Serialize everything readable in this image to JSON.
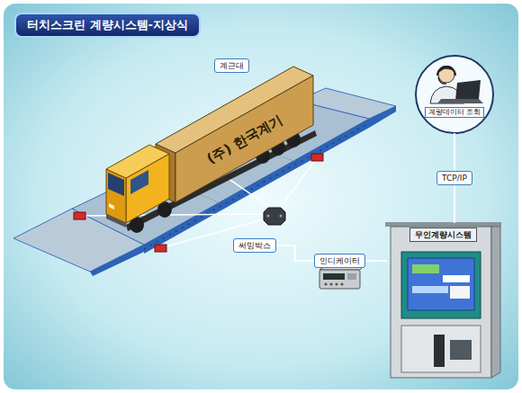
{
  "diagram": {
    "title": "터치스크린 계량시스템-지상식",
    "nodes": [
      {
        "text": [
          "계근대"
        ]
      },
      {
        "text": [
          "써밍박스"
        ]
      },
      {
        "text": [
          "인디케이터"
        ]
      },
      {
        "text": [
          "무인계량시스템"
        ]
      },
      {
        "text": [
          "계량데이터 조회"
        ]
      }
    ],
    "edges": [
      {
        "from": 1,
        "to": 2,
        "arrow": "none"
      },
      {
        "from": 2,
        "to": 3,
        "arrow": "none"
      },
      {
        "from": 3,
        "to": 4,
        "label": "TCP/IP",
        "arrow": "none"
      }
    ],
    "labels": [
      "(주) 한국계기"
    ]
  }
}
